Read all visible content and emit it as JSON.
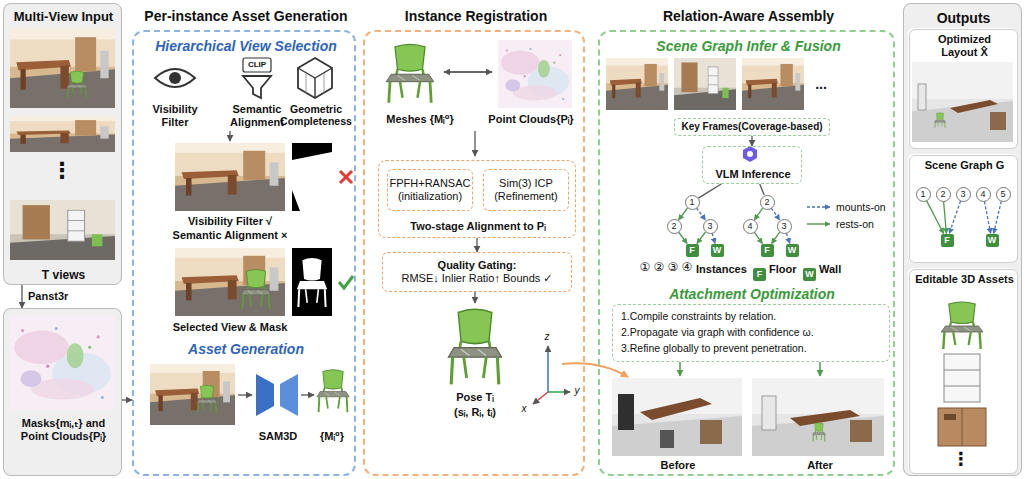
{
  "diagram": {
    "nodes": [
      {
        "text": [
          "Multi-View Input",
          "T views"
        ]
      },
      {
        "text": [
          "Masks{mᵢ,ₜ} and Point Clouds{Pᵢ}"
        ]
      },
      {
        "text": [
          "Per-instance Asset Generation",
          "Hierarchical View Selection",
          "Asset Generation"
        ]
      },
      {
        "text": [
          "Instance Registration"
        ]
      },
      {
        "text": [
          "Two-stage Alignment to Pᵢ"
        ],
        "in": 3
      },
      {
        "text": [
          "FPFH+RANSAC (initialization)"
        ],
        "in": 4
      },
      {
        "text": [
          "Sim(3) ICP (Refinement)"
        ],
        "in": 4
      },
      {
        "text": [
          "Quality Gating:",
          "RMSE↓ Inlier Ratio↑ Bounds ✓"
        ],
        "in": 3
      },
      {
        "text": [
          "Relation-Aware Assembly",
          "Scene Graph Infer & Fusion"
        ]
      },
      {
        "text": [
          "Key Frames(Coverage-based)"
        ],
        "in": 8
      },
      {
        "text": [
          "VLM Inference"
        ],
        "in": 8
      },
      {
        "text": [
          "1"
        ],
        "in": 8
      },
      {
        "text": [
          "2"
        ],
        "in": 8
      },
      {
        "text": [
          "3"
        ],
        "in": 8
      },
      {
        "text": [
          "F"
        ],
        "in": 8
      },
      {
        "text": [
          "W"
        ],
        "in": 8
      },
      {
        "text": [
          "2"
        ],
        "in": 8
      },
      {
        "text": [
          "4"
        ],
        "in": 8
      },
      {
        "text": [
          "3"
        ],
        "in": 8
      },
      {
        "text": [
          "F"
        ],
        "in": 8
      },
      {
        "text": [
          "W"
        ],
        "in": 8
      },
      {
        "text": [
          "Attachment Optimization",
          "1.Compile constraints by relation.",
          "2.Propagate via graph with confidence ω.",
          "3.Refine globally to prevent penetration."
        ],
        "in": 8
      },
      {
        "text": [
          "Outputs"
        ]
      },
      {
        "text": [
          "Optimized Layout X̂"
        ],
        "in": 22
      },
      {
        "text": [
          "Scene Graph G"
        ],
        "in": 22
      },
      {
        "text": [
          "1"
        ],
        "in": 24
      },
      {
        "text": [
          "2"
        ],
        "in": 24
      },
      {
        "text": [
          "3"
        ],
        "in": 24
      },
      {
        "text": [
          "4"
        ],
        "in": 24
      },
      {
        "text": [
          "5"
        ],
        "in": 24
      },
      {
        "text": [
          "F"
        ],
        "in": 24
      },
      {
        "text": [
          "W"
        ],
        "in": 24
      },
      {
        "text": [
          "Editable 3D Assets"
        ],
        "in": 22
      }
    ],
    "edges": [
      {
        "from": 0,
        "to": 1,
        "label": "Panst3r",
        "arrow": "to"
      },
      {
        "from": 1,
        "to": 2,
        "arrow": "to"
      },
      {
        "from": 4,
        "to": 7,
        "arrow": "to"
      },
      {
        "from": 9,
        "to": 10,
        "arrow": "to"
      },
      {
        "from": 10,
        "to": 11,
        "arrow": "none"
      },
      {
        "from": 10,
        "to": 16,
        "arrow": "none"
      },
      {
        "from": 11,
        "to": 12,
        "arrow": "to"
      },
      {
        "from": 11,
        "to": 13,
        "arrow": "to"
      },
      {
        "from": 12,
        "to": 14,
        "arrow": "to"
      },
      {
        "from": 13,
        "to": 14,
        "arrow": "to"
      },
      {
        "from": 13,
        "to": 15,
        "arrow": "to"
      },
      {
        "from": 16,
        "to": 17,
        "arrow": "to"
      },
      {
        "from": 16,
        "to": 18,
        "arrow": "to"
      },
      {
        "from": 17,
        "to": 19,
        "arrow": "to"
      },
      {
        "from": 18,
        "to": 19,
        "arrow": "to"
      },
      {
        "from": 18,
        "to": 20,
        "arrow": "to"
      },
      {
        "from": 25,
        "to": 30,
        "arrow": "to"
      },
      {
        "from": 26,
        "to": 30,
        "arrow": "to"
      },
      {
        "from": 27,
        "to": 30,
        "arrow": "to"
      },
      {
        "from": 28,
        "to": 31,
        "arrow": "to"
      },
      {
        "from": 29,
        "to": 31,
        "arrow": "to"
      }
    ],
    "labels": [
      "⋮",
      "Visibility Filter",
      "CLIP",
      "Semantic Alignment",
      "Geometric Completeness",
      "Visibility Filter √",
      "Semantic Alignment ×",
      "Selected View & Mask",
      "SAM3D",
      "{Mᵢ⁰}",
      "Meshes {Mᵢ⁰}",
      "Point Clouds{Pᵢ}",
      "Pose Tᵢ",
      "(sᵢ, Rᵢ, tᵢ)",
      "z",
      "y",
      "x",
      "...",
      "①",
      "②",
      "③",
      "④",
      "Instances",
      "F",
      "Floor",
      "W",
      "Wall",
      "Before",
      "After",
      "⋮"
    ],
    "legend": [
      {
        "text": "mounts-on"
      },
      {
        "text": "rests-on"
      }
    ]
  }
}
